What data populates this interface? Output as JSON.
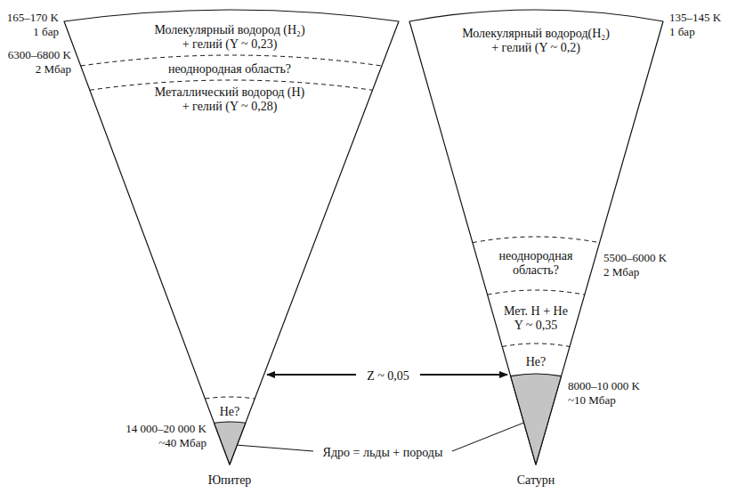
{
  "diagram": {
    "nodes": [
      {
        "text": [
          "Молекулярный водород (H₂) + гелий (Y ~ 0,23)",
          "неоднородная область?",
          "Металлический водород (H) + гелий (Y ~ 0,28)",
          "He?",
          "Юпитер"
        ]
      },
      {
        "text": [
          "Молекулярный водород(H₂) + гелий (Y ~ 0,2)",
          "неоднородная область?",
          "Мет. H + He Y ~ 0,35",
          "He?",
          "Сатурн"
        ]
      }
    ],
    "labels": [
      "165–170 K",
      "1 бар",
      "6300–6800 K",
      "2 Мбар",
      "14 000–20 000 K",
      "~40 Мбар",
      "135–145 K",
      "1 бар",
      "5500–6000 K",
      "2 Мбар",
      "8000–10 000 K",
      "~10 Мбар",
      "Z ~ 0,05",
      "Ядро = льды + породы"
    ]
  }
}
